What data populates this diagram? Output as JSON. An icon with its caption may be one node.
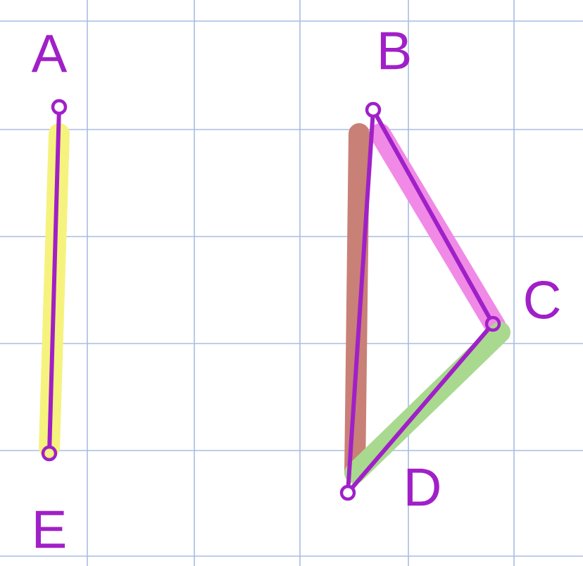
{
  "diagram": {
    "nodes": [
      {
        "text": [],
        "shape": "circle",
        "beside": [
          "A"
        ]
      },
      {
        "text": [],
        "shape": "circle",
        "beside": [
          "B"
        ]
      },
      {
        "text": [],
        "shape": "circle",
        "beside": [
          "C"
        ]
      },
      {
        "text": [],
        "shape": "circle",
        "beside": [
          "D"
        ]
      },
      {
        "text": [],
        "shape": "circle",
        "beside": [
          "E"
        ]
      }
    ],
    "edges": [
      {
        "from": 0,
        "to": 4,
        "arrow": "none"
      },
      {
        "from": 1,
        "to": 3,
        "arrow": "none"
      },
      {
        "from": 1,
        "to": 2,
        "arrow": "none"
      },
      {
        "from": 2,
        "to": 3,
        "arrow": "none"
      }
    ]
  }
}
